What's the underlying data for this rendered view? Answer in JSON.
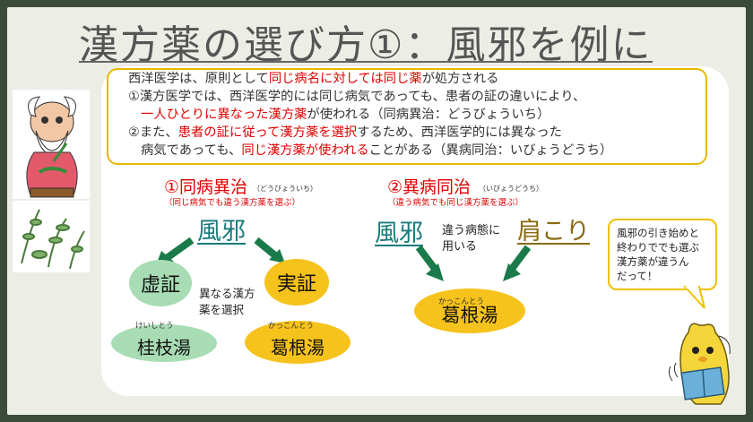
{
  "title": "漢方薬の選び方①：風邪を例に",
  "notice": {
    "line1": {
      "a": "西洋医学は、原則として",
      "b": "同じ病名に対しては同じ薬",
      "c": "が処方される"
    },
    "line2": "①漢方医学では、西洋医学的には同じ病気であっても、患者の証の違いにより、",
    "line3": {
      "a": "一人ひとりに異なった漢方薬",
      "b": "が使われる（同病異治：どうびょういち）"
    },
    "line4": {
      "a": "②また、",
      "b": "患者の証に従って漢方薬を選択",
      "c": "するため、西洋医学的には異なった"
    },
    "line5": {
      "a": "病気であっても、",
      "b": "同じ漢方薬が使われる",
      "c": "ことがある（異病同治：いびょうどうち）"
    }
  },
  "left": {
    "heading": "①同病異治",
    "reading": "（どうびょういち）",
    "subtitle": "（同じ病気でも違う漢方薬を選ぶ）",
    "disease": "風邪",
    "note1": "異なる漢方",
    "note2": "薬を選択",
    "kyo": "虚証",
    "jitsu": "実証",
    "med1_ruby": "けいしとう",
    "med1": "桂枝湯",
    "med2_ruby": "かっこんとう",
    "med2": "葛根湯"
  },
  "right": {
    "heading": "②異病同治",
    "reading": "（いびょうどうち）",
    "subtitle": "（違う病気でも同じ漢方薬を選ぶ）",
    "disease1": "風邪",
    "disease2": "肩こり",
    "note1": "違う病態に",
    "note2": "用いる",
    "med_ruby": "かっこんとう",
    "med": "葛根湯"
  },
  "bubble": {
    "l1": "風邪の引き始めと",
    "l2": "終わりででも選ぶ",
    "l3": "漢方薬が違うん",
    "l4": "だって！"
  },
  "colors": {
    "accent_red": "#e00000",
    "teal": "#1a7a7a",
    "green_blob": "#a8dcb4",
    "yellow_blob": "#f6c21c",
    "frame": "#e6b800"
  }
}
